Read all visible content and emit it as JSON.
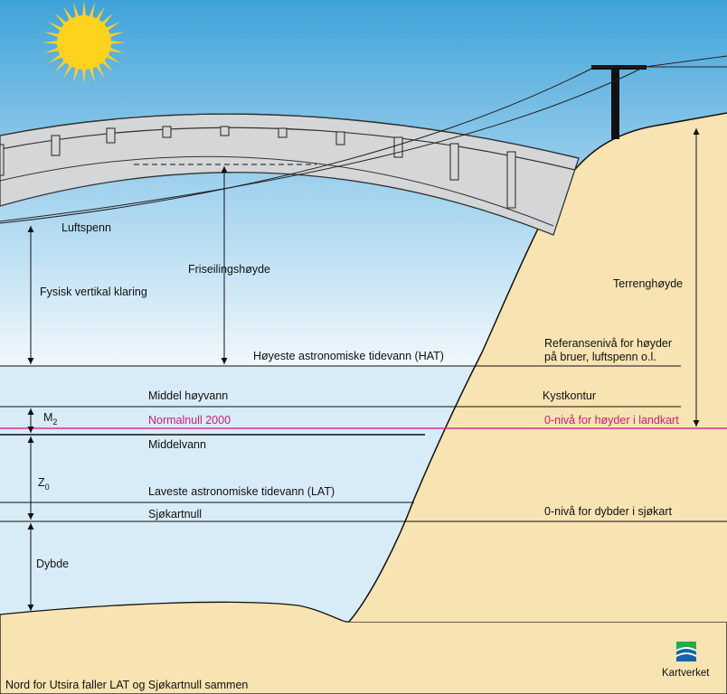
{
  "labels": {
    "luftspenn": "Luftspenn",
    "friseilingshoyde": "Friseilingshøyde",
    "fysisk_vertikal_klaring": "Fysisk vertikal klaring",
    "terrenghoyde": "Terrenghøyde",
    "hat": "Høyeste astronomiske tidevann (HAT)",
    "referanse_line1": "Referansenivå for høyder",
    "referanse_line2": "på bruer, luftspenn o.l.",
    "middel_hoyvann": "Middel høyvann",
    "kystkontur": "Kystkontur",
    "m2_main": "M",
    "m2_sub": "2",
    "normalnull": "Normalnull 2000",
    "null_niva_landkart": "0-nivå for høyder i landkart",
    "middelvann": "Middelvann",
    "z0_main": "Z",
    "z0_sub": "0",
    "lat": "Laveste astronomiske tidevann (LAT)",
    "sjokartnull": "Sjøkartnull",
    "null_niva_sjokart": "0-nivå for dybder i sjøkart",
    "dybde": "Dybde",
    "footnote": "Nord for Utsira faller LAT og Sjøkartnull sammen"
  },
  "logo": {
    "text": "Kartverket"
  },
  "colors": {
    "sky_top": "#3fa3d9",
    "sky_bottom": "#eef7fc",
    "water": "#d8ecf8",
    "land": "#f8e3b2",
    "normalnull_line": "#d6339a",
    "sun": "#ffd21f",
    "bridge": "#d4d6d8",
    "logo_green": "#2aa84a",
    "logo_blue": "#1265a8"
  }
}
